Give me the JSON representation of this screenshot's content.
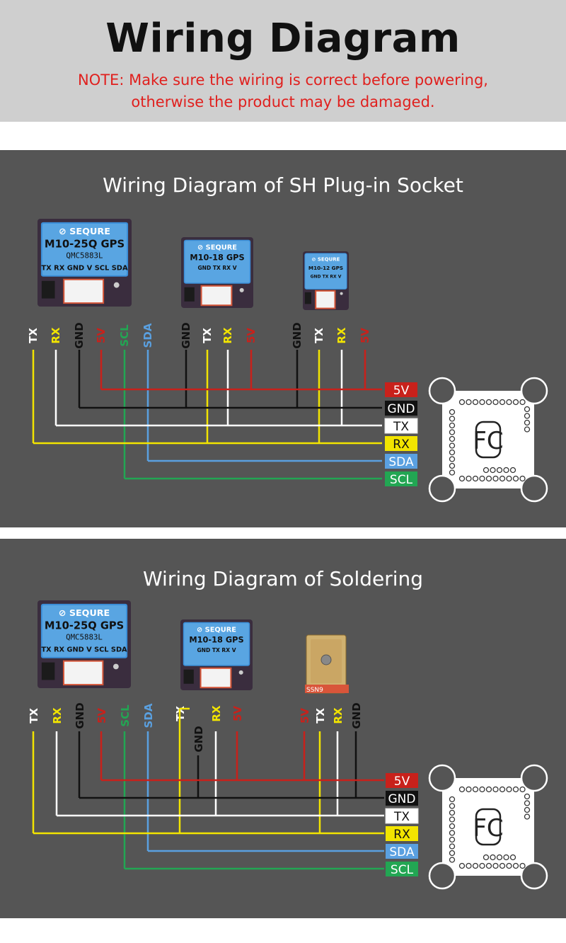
{
  "header": {
    "title": "Wiring Diagram",
    "note_line1": "NOTE: Make sure the wiring is correct before powering,",
    "note_line2": "otherwise the product may be damaged."
  },
  "colors": {
    "5V": "#c8211b",
    "GND": "#111111",
    "TX": "#ffffff",
    "RX": "#f2e400",
    "SDA": "#5aa0e0",
    "SCL": "#22a653",
    "panel": "#555555"
  },
  "fc_label": "FC",
  "buses": [
    "5V",
    "GND",
    "TX",
    "RX",
    "SDA",
    "SCL"
  ],
  "panel1": {
    "title": "Wiring Diagram of SH Plug-in Socket",
    "modules": [
      {
        "brand": "SEQURE",
        "model": "M10-25Q GPS",
        "chip": "QMC5883L",
        "pins": "TX RX GND V SCL SDA"
      },
      {
        "brand": "SEQURE",
        "model": "M10-18 GPS",
        "pins": "GND TX RX V"
      },
      {
        "brand": "SEQURE",
        "model": "M10-12 GPS",
        "pins": "GND TX RX V"
      }
    ],
    "wire_labels": [
      "TX",
      "RX",
      "GND",
      "5V",
      "SCL",
      "SDA",
      "GND",
      "TX",
      "RX",
      "5V",
      "GND",
      "TX",
      "RX",
      "5V"
    ]
  },
  "panel2": {
    "title": "Wiring Diagram of Soldering",
    "modules": [
      {
        "brand": "SEQURE",
        "model": "M10-25Q GPS",
        "chip": "QMC5883L",
        "pins": "TX RX GND V SCL SDA"
      },
      {
        "brand": "SEQURE",
        "model": "M10-18 GPS",
        "pins": "GND TX RX V"
      },
      {
        "brand": "",
        "model": "",
        "pins": "SSN9"
      }
    ],
    "wire_labels": [
      "TX",
      "RX",
      "GND",
      "5V",
      "SCL",
      "SDA",
      "TX",
      "RX",
      "5V",
      "GND",
      "5V",
      "TX",
      "RX",
      "GND"
    ]
  }
}
